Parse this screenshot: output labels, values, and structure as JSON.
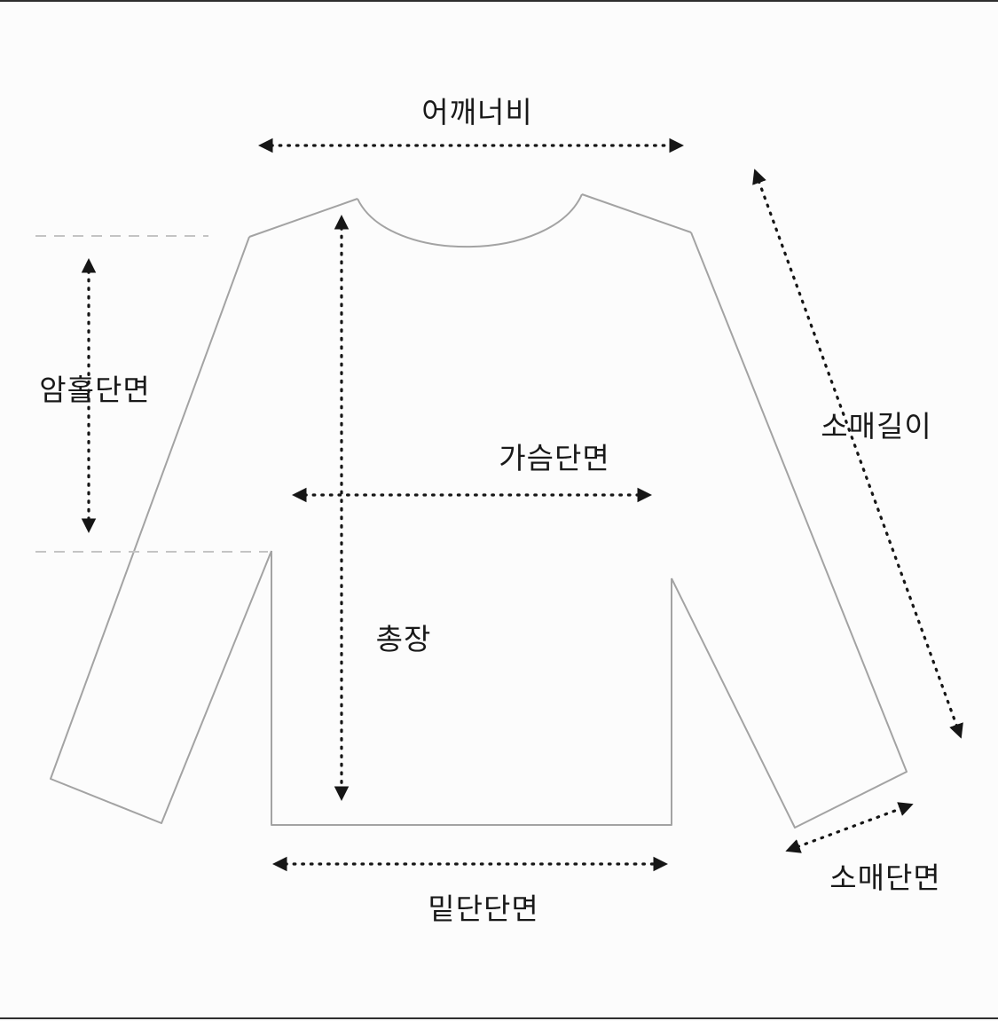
{
  "diagram": {
    "labels": {
      "shoulder": "어깨너비",
      "armhole": "암홀단면",
      "chest": "가슴단면",
      "total_length": "총장",
      "sleeve_length": "소매길이",
      "hem": "밑단단면",
      "sleeve_opening": "소매단면"
    },
    "colors": {
      "background": "#fcfcfc",
      "shirt_outline": "#a3a3a3",
      "arrow": "#161616",
      "guide_line": "#c4c4c4",
      "frame_line": "#2e2e2e"
    }
  }
}
